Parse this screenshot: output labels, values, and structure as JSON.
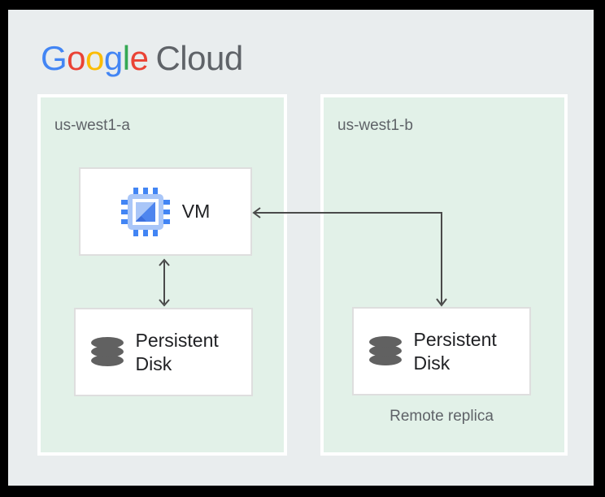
{
  "logo": {
    "letters": [
      {
        "ch": "G",
        "color": "#4285F4"
      },
      {
        "ch": "o",
        "color": "#EA4335"
      },
      {
        "ch": "o",
        "color": "#FBBC04"
      },
      {
        "ch": "g",
        "color": "#4285F4"
      },
      {
        "ch": "l",
        "color": "#34A853"
      },
      {
        "ch": "e",
        "color": "#EA4335"
      }
    ],
    "cloud": "Cloud"
  },
  "zones": [
    {
      "label": "us-west1-a"
    },
    {
      "label": "us-west1-b"
    }
  ],
  "nodes": {
    "vm": {
      "label": "VM",
      "icon": "compute-engine-icon"
    },
    "disk_a": {
      "label": "Persistent Disk",
      "icon": "persistent-disk-icon"
    },
    "disk_b": {
      "label": "Persistent Disk",
      "icon": "persistent-disk-icon",
      "caption": "Remote replica"
    }
  },
  "connections": [
    {
      "between": [
        "vm",
        "disk_a"
      ],
      "arrows": "both",
      "shape": "straight-vertical"
    },
    {
      "between": [
        "vm",
        "disk_b"
      ],
      "arrows": "both",
      "shape": "elbow"
    }
  ],
  "colors": {
    "frame": "#000000",
    "background": "#E9EDEE",
    "zone_fill": "#E2F1E8",
    "zone_border": "#FFFFFF",
    "node_fill": "#FFFFFF",
    "node_border": "#DEDEDE",
    "arrow": "#4A4A4A",
    "label_gray": "#5F6368",
    "text_dark": "#202124",
    "chip_pin_blue": "#4285F4",
    "chip_light_blue": "#A9C6F8",
    "chip_mid_blue": "#4E85EE",
    "chip_dark_blue": "#3C6EDC",
    "disk_gray": "#616161"
  }
}
